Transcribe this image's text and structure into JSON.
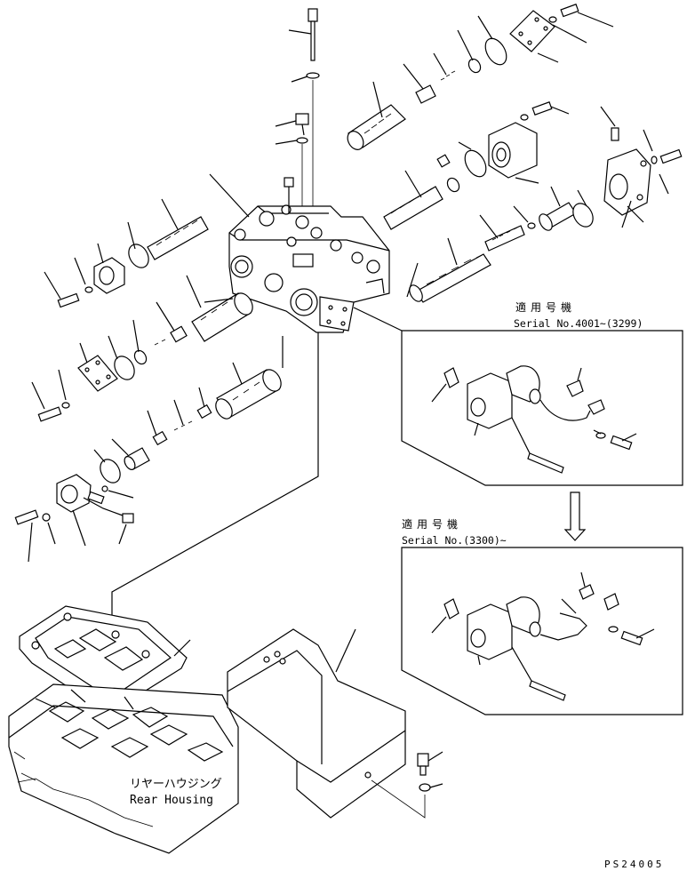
{
  "inset_top": {
    "label_jp": "適用号機",
    "serial": "Serial No.4001~(3299)"
  },
  "inset_bottom": {
    "label_jp": "適用号機",
    "serial": "Serial No.(3300)~"
  },
  "rear_housing": {
    "label_jp": "リヤーハウジング",
    "label_en": "Rear Housing"
  },
  "figure_code": "PS24005"
}
